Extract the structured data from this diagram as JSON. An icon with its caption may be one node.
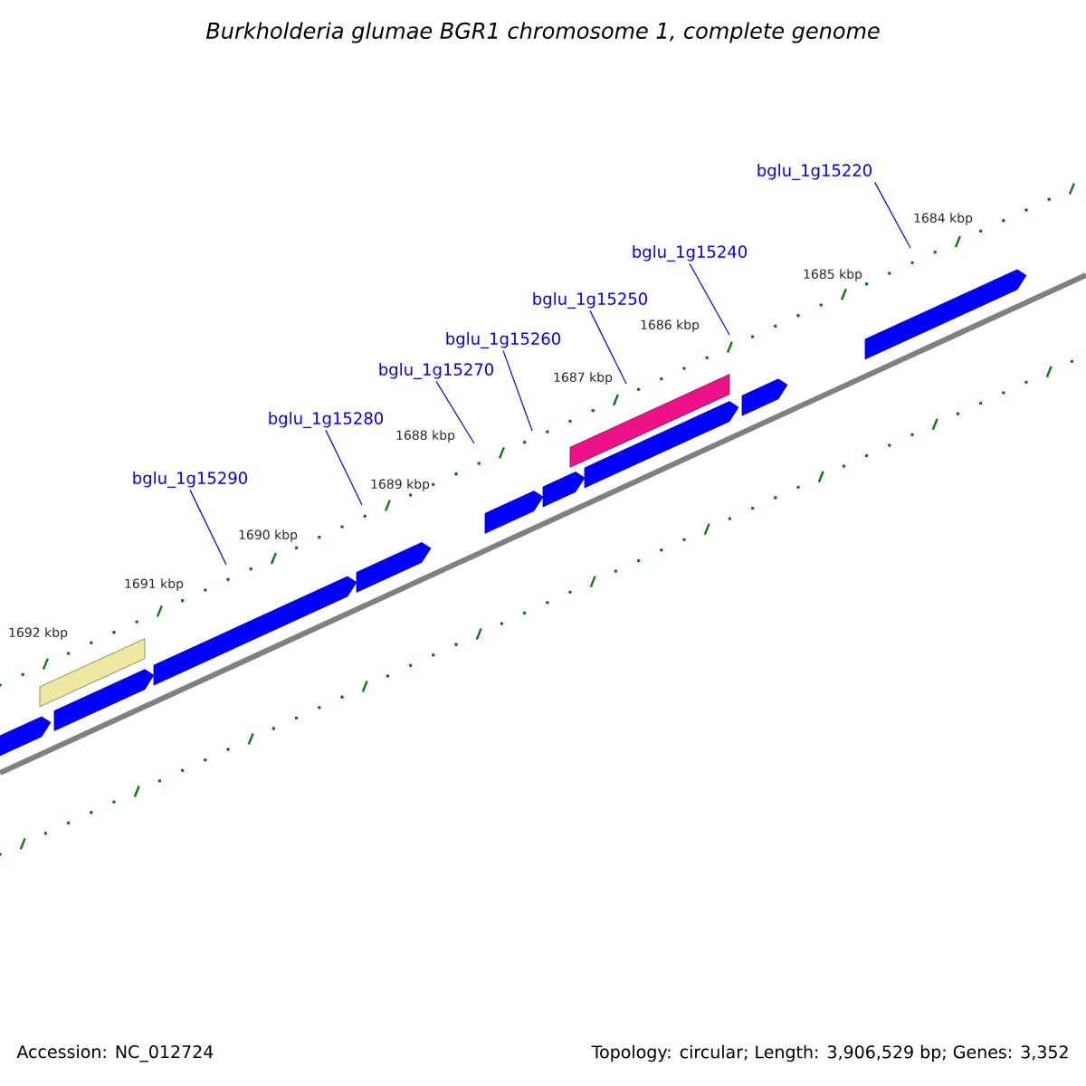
{
  "diagram": {
    "title": "Burkholderia glumae BGR1 chromosome 1, complete genome",
    "nodes": [
      {
        "text": [
          "bglu_1g15220"
        ]
      },
      {
        "text": [
          "bglu_1g15240"
        ]
      },
      {
        "text": [
          "bglu_1g15250"
        ]
      },
      {
        "text": [
          "bglu_1g15260"
        ]
      },
      {
        "text": [
          "bglu_1g15270"
        ]
      },
      {
        "text": [
          "bglu_1g15280"
        ]
      },
      {
        "text": [
          "bglu_1g15290"
        ]
      }
    ],
    "edges": [
      {
        "from": 0,
        "to": null,
        "arrow": "none"
      },
      {
        "from": 1,
        "to": null,
        "arrow": "none"
      },
      {
        "from": 2,
        "to": null,
        "arrow": "none"
      },
      {
        "from": 3,
        "to": null,
        "arrow": "none"
      },
      {
        "from": 4,
        "to": null,
        "arrow": "none"
      },
      {
        "from": 5,
        "to": null,
        "arrow": "none"
      },
      {
        "from": 6,
        "to": null,
        "arrow": "none"
      }
    ],
    "labels": [
      "1684 kbp",
      "1685 kbp",
      "1686 kbp",
      "1687 kbp",
      "1688 kbp",
      "1689 kbp",
      "1690 kbp",
      "1691 kbp",
      "1692 kbp",
      "Accession: NC_012724",
      "Topology: circular; Length: 3,906,529 bp; Genes: 3,352"
    ]
  }
}
